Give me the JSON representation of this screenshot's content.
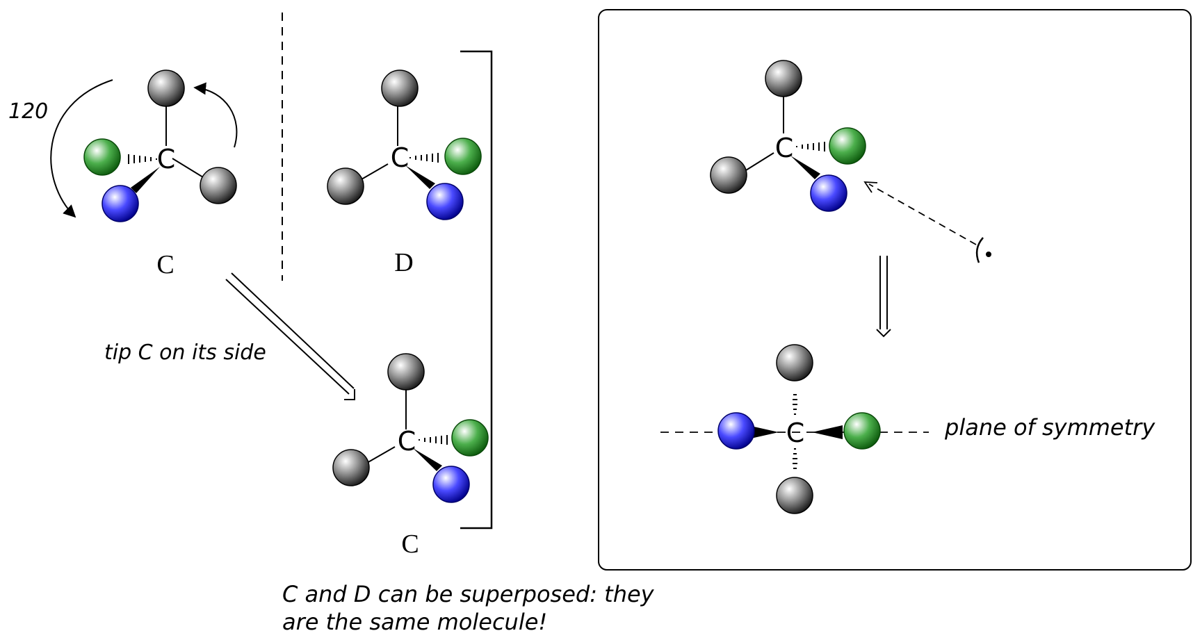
{
  "left": {
    "rotation_label": "120",
    "atom_symbol": "C",
    "label_c": "C",
    "label_d": "D",
    "label_c2": "C",
    "tip_text": "tip C on  its side",
    "conclusion_line1": "C and D can be superposed: they",
    "conclusion_line2": "are the same molecule!"
  },
  "box": {
    "atom_symbol": "C",
    "plane_label": "plane of symmetry"
  },
  "colors": {
    "gray_atom": "#8a8a8a",
    "green_atom": "#3fa43f",
    "blue_atom": "#3b3bff",
    "line": "#000000"
  }
}
